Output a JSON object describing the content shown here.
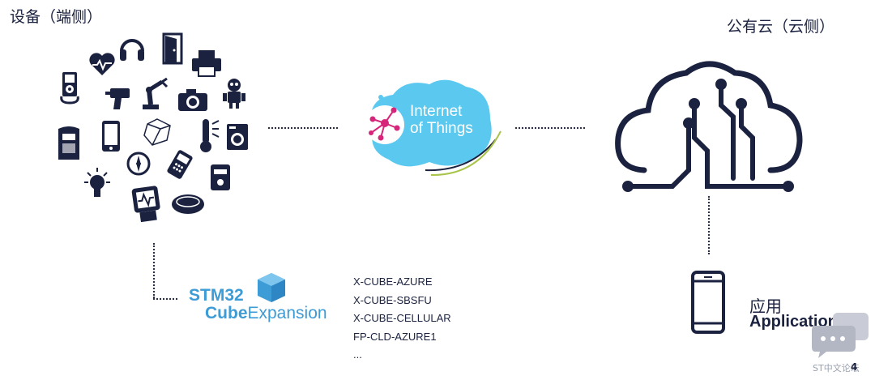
{
  "labels": {
    "devices": "设备（端侧）",
    "public_cloud": "公有云（云侧）",
    "app_cn": "应用",
    "app_en": "Application"
  },
  "iot": {
    "line1": "Internet",
    "line2": "of Things"
  },
  "stm32": {
    "top": "STM32",
    "cube": "Cube",
    "expansion": "Expansion"
  },
  "packages": [
    "X-CUBE-AZURE",
    "X-CUBE-SBSFU",
    "X-CUBE-CELLULAR",
    "FP-CLD-AZURE1",
    "..."
  ],
  "footer": {
    "watermark": "ST中文论坛",
    "page_number": "4"
  },
  "colors": {
    "navy": "#1b2240",
    "iot_blue": "#5bc8ef",
    "iot_magenta": "#d6267a",
    "iot_green": "#a8c44a",
    "cube_blue": "#3d9bd6"
  }
}
